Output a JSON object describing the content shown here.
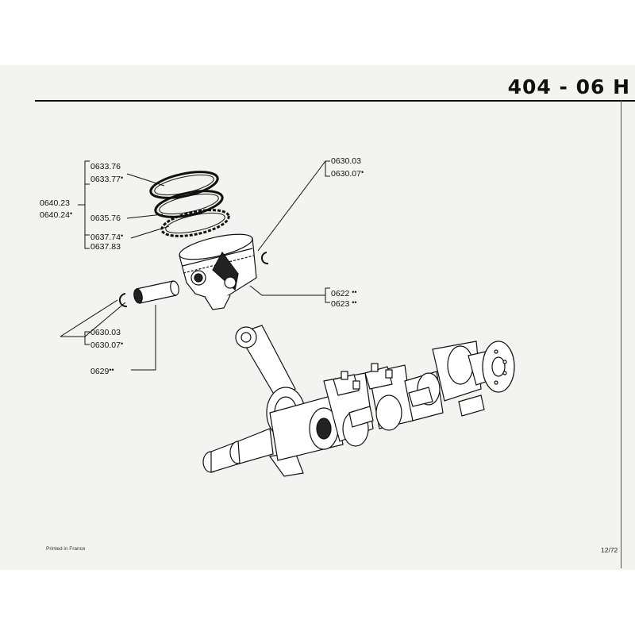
{
  "header": {
    "code": "404 - 06 H"
  },
  "labels": {
    "ring1a": "0633.76",
    "ring1b": "0633.77",
    "ring1b_mark": "•",
    "ringset_a": "0640.23",
    "ringset_b": "0640.24",
    "ringset_b_mark": "•",
    "ring2": "0635.76",
    "ring3a": "0637.74",
    "ring3a_mark": "•",
    "ring3b": "0637.83",
    "circlip_r_a": "0630.03",
    "circlip_r_b": "0630.07",
    "circlip_r_b_mark": "•",
    "piston_a": "0622",
    "piston_a_mark": "••",
    "piston_b": "0623",
    "piston_b_mark": "••",
    "circlip_l_a": "0630.03",
    "circlip_l_b": "0630.07",
    "circlip_l_b_mark": "•",
    "pin": "0629",
    "pin_mark": "••"
  },
  "footer": {
    "printed": "Printed in France",
    "page": "12/72"
  }
}
